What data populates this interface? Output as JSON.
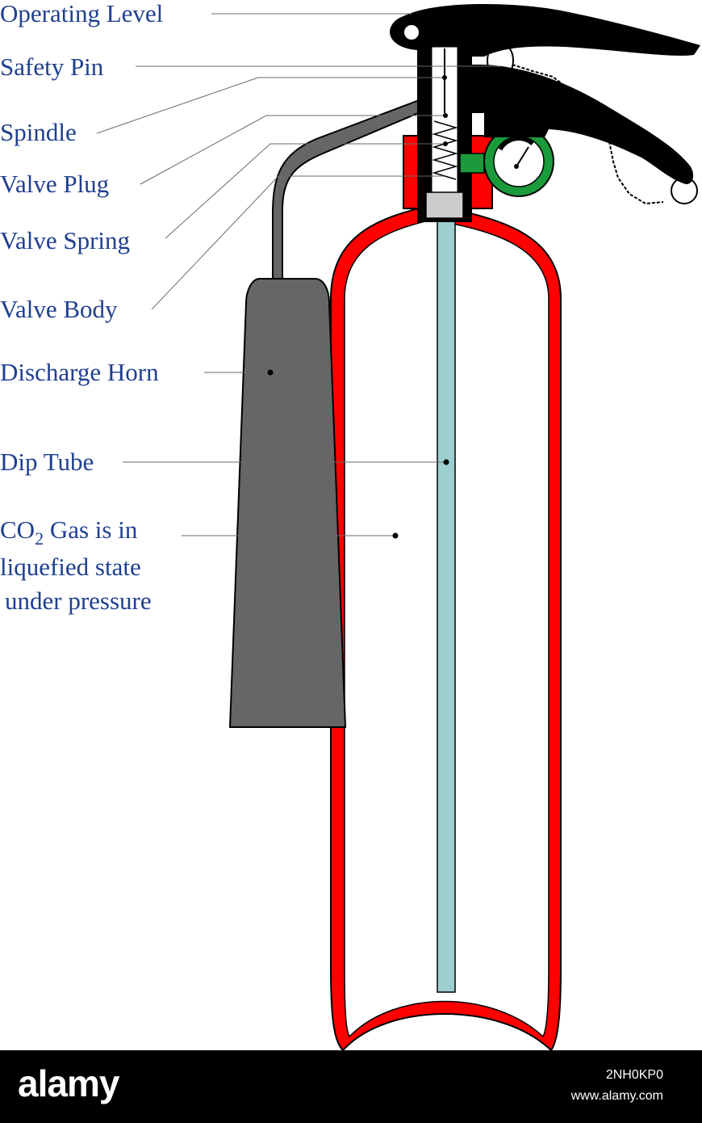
{
  "labels": {
    "operating_level": "Operating Level",
    "safety_pin": "Safety Pin",
    "spindle": "Spindle",
    "valve_plug": "Valve Plug",
    "valve_spring": "Valve Spring",
    "valve_body": "Valve Body",
    "discharge_horn": "Discharge Horn",
    "dip_tube": "Dip Tube",
    "co2_line1_prefix": "CO",
    "co2_line1_sub": "2",
    "co2_line1_suffix": " Gas is in",
    "co2_line2": "liquefied state",
    "co2_line3": "under pressure"
  },
  "colors": {
    "label_text": "#1f3f8f",
    "cylinder_shell": "#ff0000",
    "horn": "#666666",
    "dip_tube": "#9ecfcf",
    "gauge_ring": "#1a9a3a",
    "handle": "#000000"
  },
  "watermark": {
    "brand": "alamy",
    "image_id": "2NH0KP0",
    "site": "www.alamy.com"
  }
}
